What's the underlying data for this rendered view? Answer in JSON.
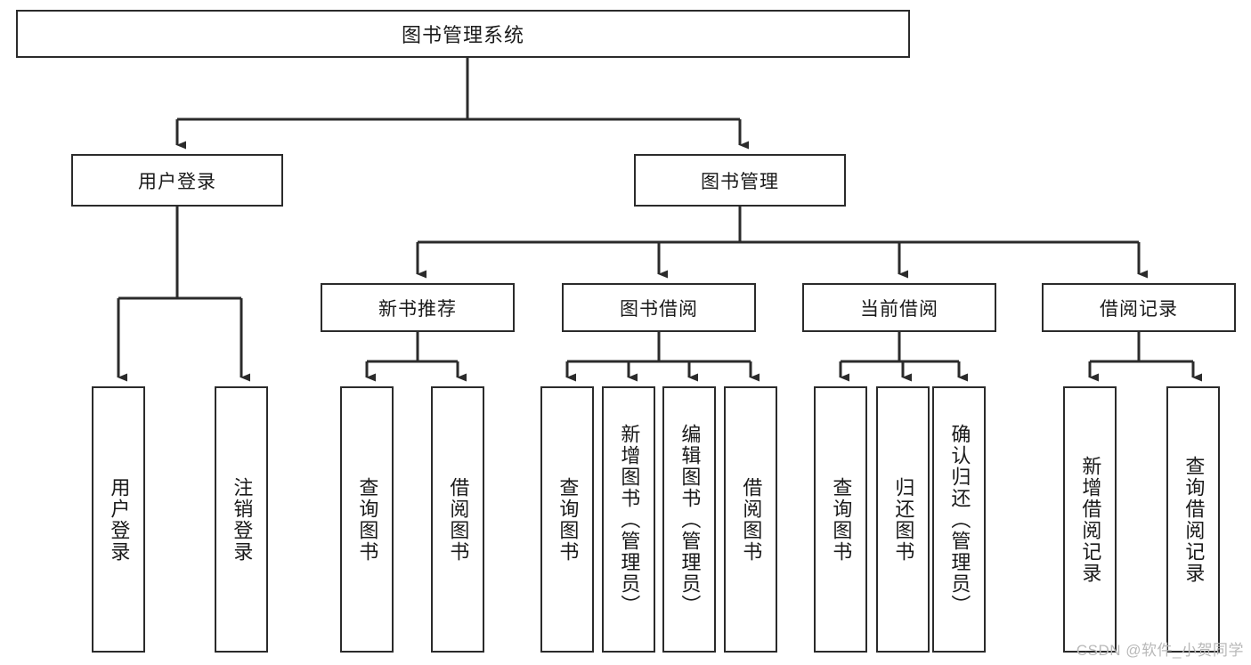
{
  "diagram": {
    "type": "tree-hierarchy",
    "title": "图书管理系统",
    "orientation": "top-down",
    "watermark": "CSDN @软件_小贺同学",
    "colors": {
      "box_border": "#2b2b2b",
      "box_fill": "#ffffff",
      "connector": "#2b2b2b",
      "text": "#1a1a1a",
      "watermark": "#b9b9b9",
      "background": "#ffffff"
    },
    "nodes": {
      "root": {
        "label": "图书管理系统"
      },
      "level2": [
        {
          "id": "user-login",
          "label": "用户登录"
        },
        {
          "id": "book-manage",
          "label": "图书管理"
        }
      ],
      "level3": [
        {
          "id": "new-book-recommend",
          "label": "新书推荐"
        },
        {
          "id": "book-borrow",
          "label": "图书借阅"
        },
        {
          "id": "current-borrow",
          "label": "当前借阅"
        },
        {
          "id": "borrow-record",
          "label": "借阅记录"
        }
      ],
      "leaves": {
        "user-login": [
          {
            "id": "leaf-user-login",
            "label": "用户登录"
          },
          {
            "id": "leaf-logout-login",
            "label": "注销登录"
          }
        ],
        "new-book-recommend": [
          {
            "id": "leaf-query-book-1",
            "label": "查询图书"
          },
          {
            "id": "leaf-borrow-book-1",
            "label": "借阅图书"
          }
        ],
        "book-borrow": [
          {
            "id": "leaf-query-book-2",
            "label": "查询图书"
          },
          {
            "id": "leaf-add-book",
            "label": "新增图书（管理员）"
          },
          {
            "id": "leaf-edit-book",
            "label": "编辑图书（管理员）"
          },
          {
            "id": "leaf-borrow-book-2",
            "label": "借阅图书"
          }
        ],
        "current-borrow": [
          {
            "id": "leaf-query-book-3",
            "label": "查询图书"
          },
          {
            "id": "leaf-return-book",
            "label": "归还图书"
          },
          {
            "id": "leaf-confirm-return",
            "label": "确认归还（管理员）"
          }
        ],
        "borrow-record": [
          {
            "id": "leaf-add-record",
            "label": "新增借阅记录"
          },
          {
            "id": "leaf-query-record",
            "label": "查询借阅记录"
          }
        ]
      }
    }
  }
}
